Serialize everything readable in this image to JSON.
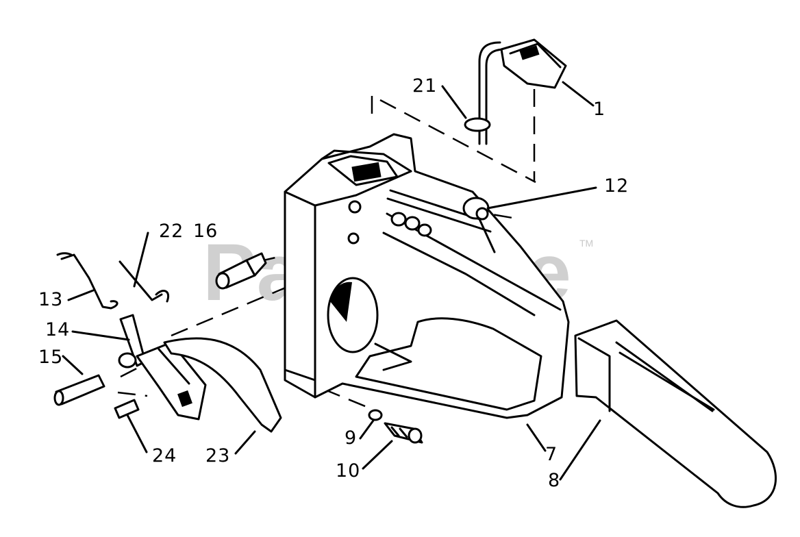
{
  "watermark": {
    "text": "PartsTree",
    "trademark": "TM",
    "color": "#c8c8c8"
  },
  "callouts": [
    {
      "id": "1",
      "text": "1"
    },
    {
      "id": "21",
      "text": "21"
    },
    {
      "id": "12",
      "text": "12"
    },
    {
      "id": "22",
      "text": "22"
    },
    {
      "id": "16",
      "text": "16"
    },
    {
      "id": "13",
      "text": "13"
    },
    {
      "id": "14",
      "text": "14"
    },
    {
      "id": "15",
      "text": "15"
    },
    {
      "id": "24",
      "text": "24"
    },
    {
      "id": "23",
      "text": "23"
    },
    {
      "id": "9",
      "text": "9"
    },
    {
      "id": "10",
      "text": "10"
    },
    {
      "id": "7",
      "text": "7"
    },
    {
      "id": "8",
      "text": "8"
    }
  ]
}
